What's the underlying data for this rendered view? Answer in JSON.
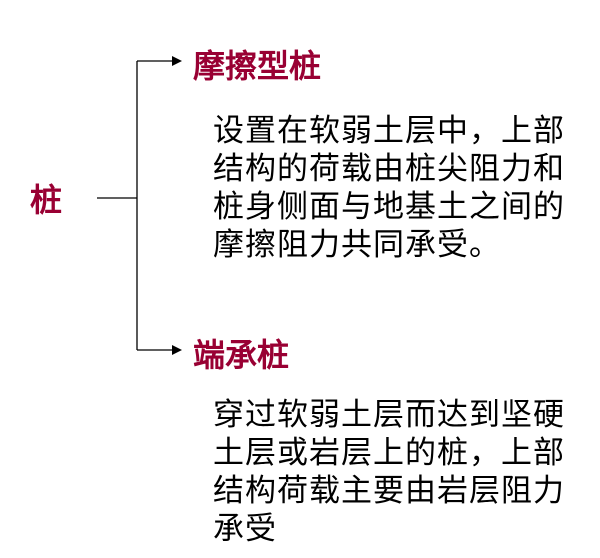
{
  "root": {
    "label": "桩"
  },
  "branches": [
    {
      "title": "摩擦型桩",
      "description_lines": [
        "设置在软弱土层中，上部",
        "结构的荷载由桩尖阻力和",
        "桩身侧面与地基土之间的",
        "摩擦阻力共同承受。"
      ]
    },
    {
      "title": "端承桩",
      "description_lines": [
        "穿过软弱土层而达到坚硬",
        "土层或岩层上的桩，上部",
        "结构荷载主要由岩层阻力",
        "承受"
      ]
    }
  ],
  "colors": {
    "title": "#990033",
    "text": "#000000",
    "line": "#000000"
  }
}
